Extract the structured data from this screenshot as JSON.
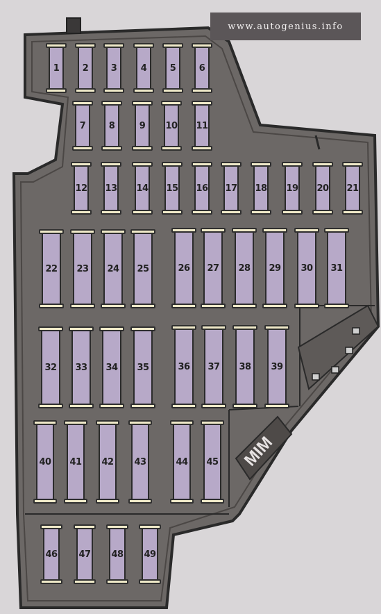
{
  "watermark": "www.autogenius.info",
  "colors": {
    "page": "#d9d6d8",
    "box": "#6c6866",
    "box_edge": "#2a2a2a",
    "fuse_body": "#b7a9c8",
    "fuse_cap": "#efe9c8"
  },
  "fuses": [
    "1",
    "2",
    "3",
    "4",
    "5",
    "6",
    "7",
    "8",
    "9",
    "10",
    "11",
    "12",
    "13",
    "14",
    "15",
    "16",
    "17",
    "18",
    "19",
    "20",
    "21",
    "22",
    "23",
    "24",
    "25",
    "26",
    "27",
    "28",
    "29",
    "30",
    "31",
    "32",
    "33",
    "34",
    "35",
    "36",
    "37",
    "38",
    "39",
    "40",
    "41",
    "42",
    "43",
    "44",
    "45",
    "46",
    "47",
    "48",
    "49"
  ],
  "relay_marking": "MIM"
}
